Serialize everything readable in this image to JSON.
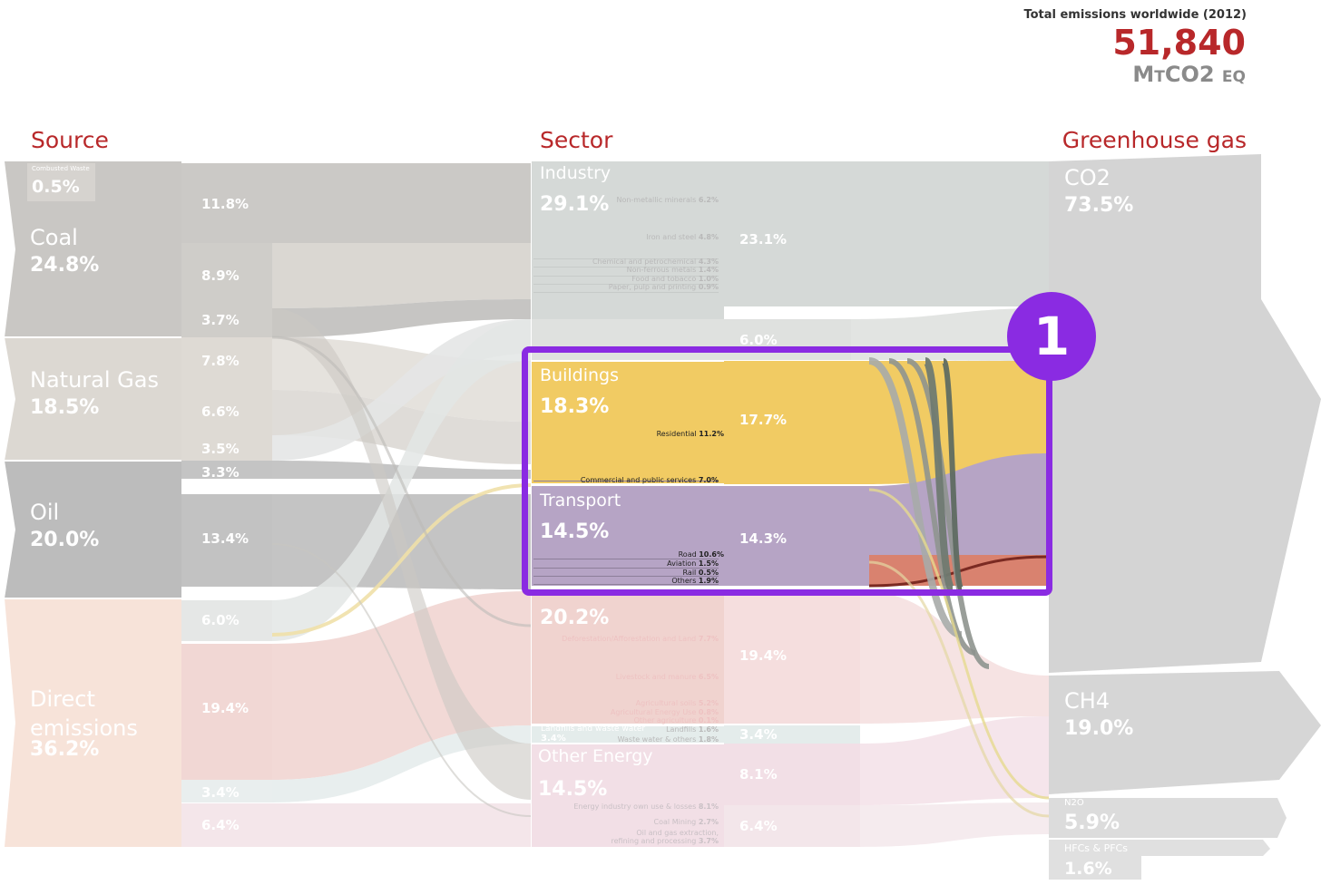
{
  "total": {
    "caption": "Total emissions worldwide (2012)",
    "value": "51,840",
    "unit": "MtCO2 eq"
  },
  "columns": {
    "source": "Source",
    "sector": "Sector",
    "gas": "Greenhouse gas"
  },
  "sources": [
    {
      "name": "Combusted Waste",
      "value": "0.5%"
    },
    {
      "name": "Coal",
      "value": "24.8%"
    },
    {
      "name": "Natural Gas",
      "value": "18.5%"
    },
    {
      "name": "Oil",
      "value": "20.0%"
    },
    {
      "name": "Direct emissions",
      "value": "36.2%"
    }
  ],
  "source_flows": [
    "11.8%",
    "8.9%",
    "3.7%",
    "7.8%",
    "6.6%",
    "3.5%",
    "3.3%",
    "13.4%",
    "6.0%",
    "19.4%",
    "3.4%",
    "6.4%"
  ],
  "sectors": [
    {
      "name": "Industry",
      "value": "29.1%"
    },
    {
      "name": "Buildings",
      "value": "18.3%"
    },
    {
      "name": "Transport",
      "value": "14.5%"
    },
    {
      "name": "",
      "value": "20.2%"
    },
    {
      "name": "Landfills and waste water",
      "value": "3.4%"
    },
    {
      "name": "Other Energy",
      "value": "14.5%"
    }
  ],
  "subsectors": {
    "industry": [
      {
        "name": "Non-metallic minerals",
        "value": "6.2%"
      },
      {
        "name": "Iron and steel",
        "value": "4.8%"
      },
      {
        "name": "Chemical and petrochemical",
        "value": "4.3%"
      },
      {
        "name": "Non-ferrous metals",
        "value": "1.4%"
      },
      {
        "name": "Food and tobacco",
        "value": "1.0%"
      },
      {
        "name": "Paper, pulp and printing",
        "value": "0.9%"
      }
    ],
    "buildings": [
      {
        "name": "Residential",
        "value": "11.2%"
      },
      {
        "name": "Commercial and public services",
        "value": "7.0%"
      }
    ],
    "transport": [
      {
        "name": "Road",
        "value": "10.6%"
      },
      {
        "name": "Aviation",
        "value": "1.5%"
      },
      {
        "name": "Rail",
        "value": "0.5%"
      },
      {
        "name": "Others",
        "value": "1.9%"
      }
    ],
    "agriculture": [
      {
        "name": "Deforestation/Afforestation and Land",
        "value": "7.7%"
      },
      {
        "name": "Livestock and manure",
        "value": "6.5%"
      },
      {
        "name": "Agricultural soils",
        "value": "5.2%"
      },
      {
        "name": "Agricultural Energy Use",
        "value": "0.8%"
      },
      {
        "name": "Other agriculture",
        "value": "0.1%"
      }
    ],
    "waste": [
      {
        "name": "Landfills",
        "value": "1.6%"
      },
      {
        "name": "Waste water & others",
        "value": "1.8%"
      }
    ],
    "other_energy": [
      {
        "name": "Energy industry own use & losses",
        "value": "8.1%"
      },
      {
        "name": "Coal Mining",
        "value": "2.7%"
      },
      {
        "name": "Oil and gas extraction,",
        "value": ""
      },
      {
        "name": "refining and processing",
        "value": "3.7%"
      }
    ]
  },
  "sector_flows": [
    "23.1%",
    "6.0%",
    "17.7%",
    "14.3%",
    "19.4%",
    "3.4%",
    "8.1%",
    "6.4%"
  ],
  "gases": [
    {
      "name": "CO2",
      "value": "73.5%"
    },
    {
      "name": "CH4",
      "value": "19.0%"
    },
    {
      "name": "N2O",
      "value": "5.9%"
    },
    {
      "name": "HFCs & PFCs",
      "value": "1.6%"
    }
  ],
  "badge": "1",
  "colors": {
    "accent": "#8a2be2",
    "header": "#b8282a",
    "buildings": "#f1cb63",
    "transport": "#b6a4c5",
    "transport_others": "#d9826f"
  }
}
